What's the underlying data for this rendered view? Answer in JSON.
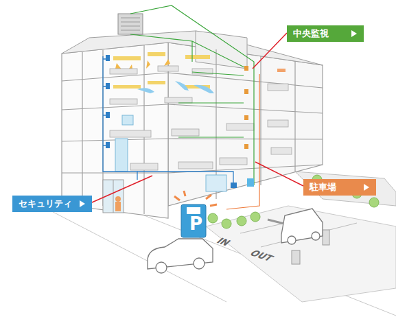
{
  "diagram": {
    "nodes": [
      {
        "text": [
          "中央監視"
        ]
      },
      {
        "text": [
          "駐車場"
        ]
      },
      {
        "text": [
          "セキュリティ"
        ]
      }
    ],
    "labels": [
      "P",
      "IN",
      "OUT"
    ]
  }
}
